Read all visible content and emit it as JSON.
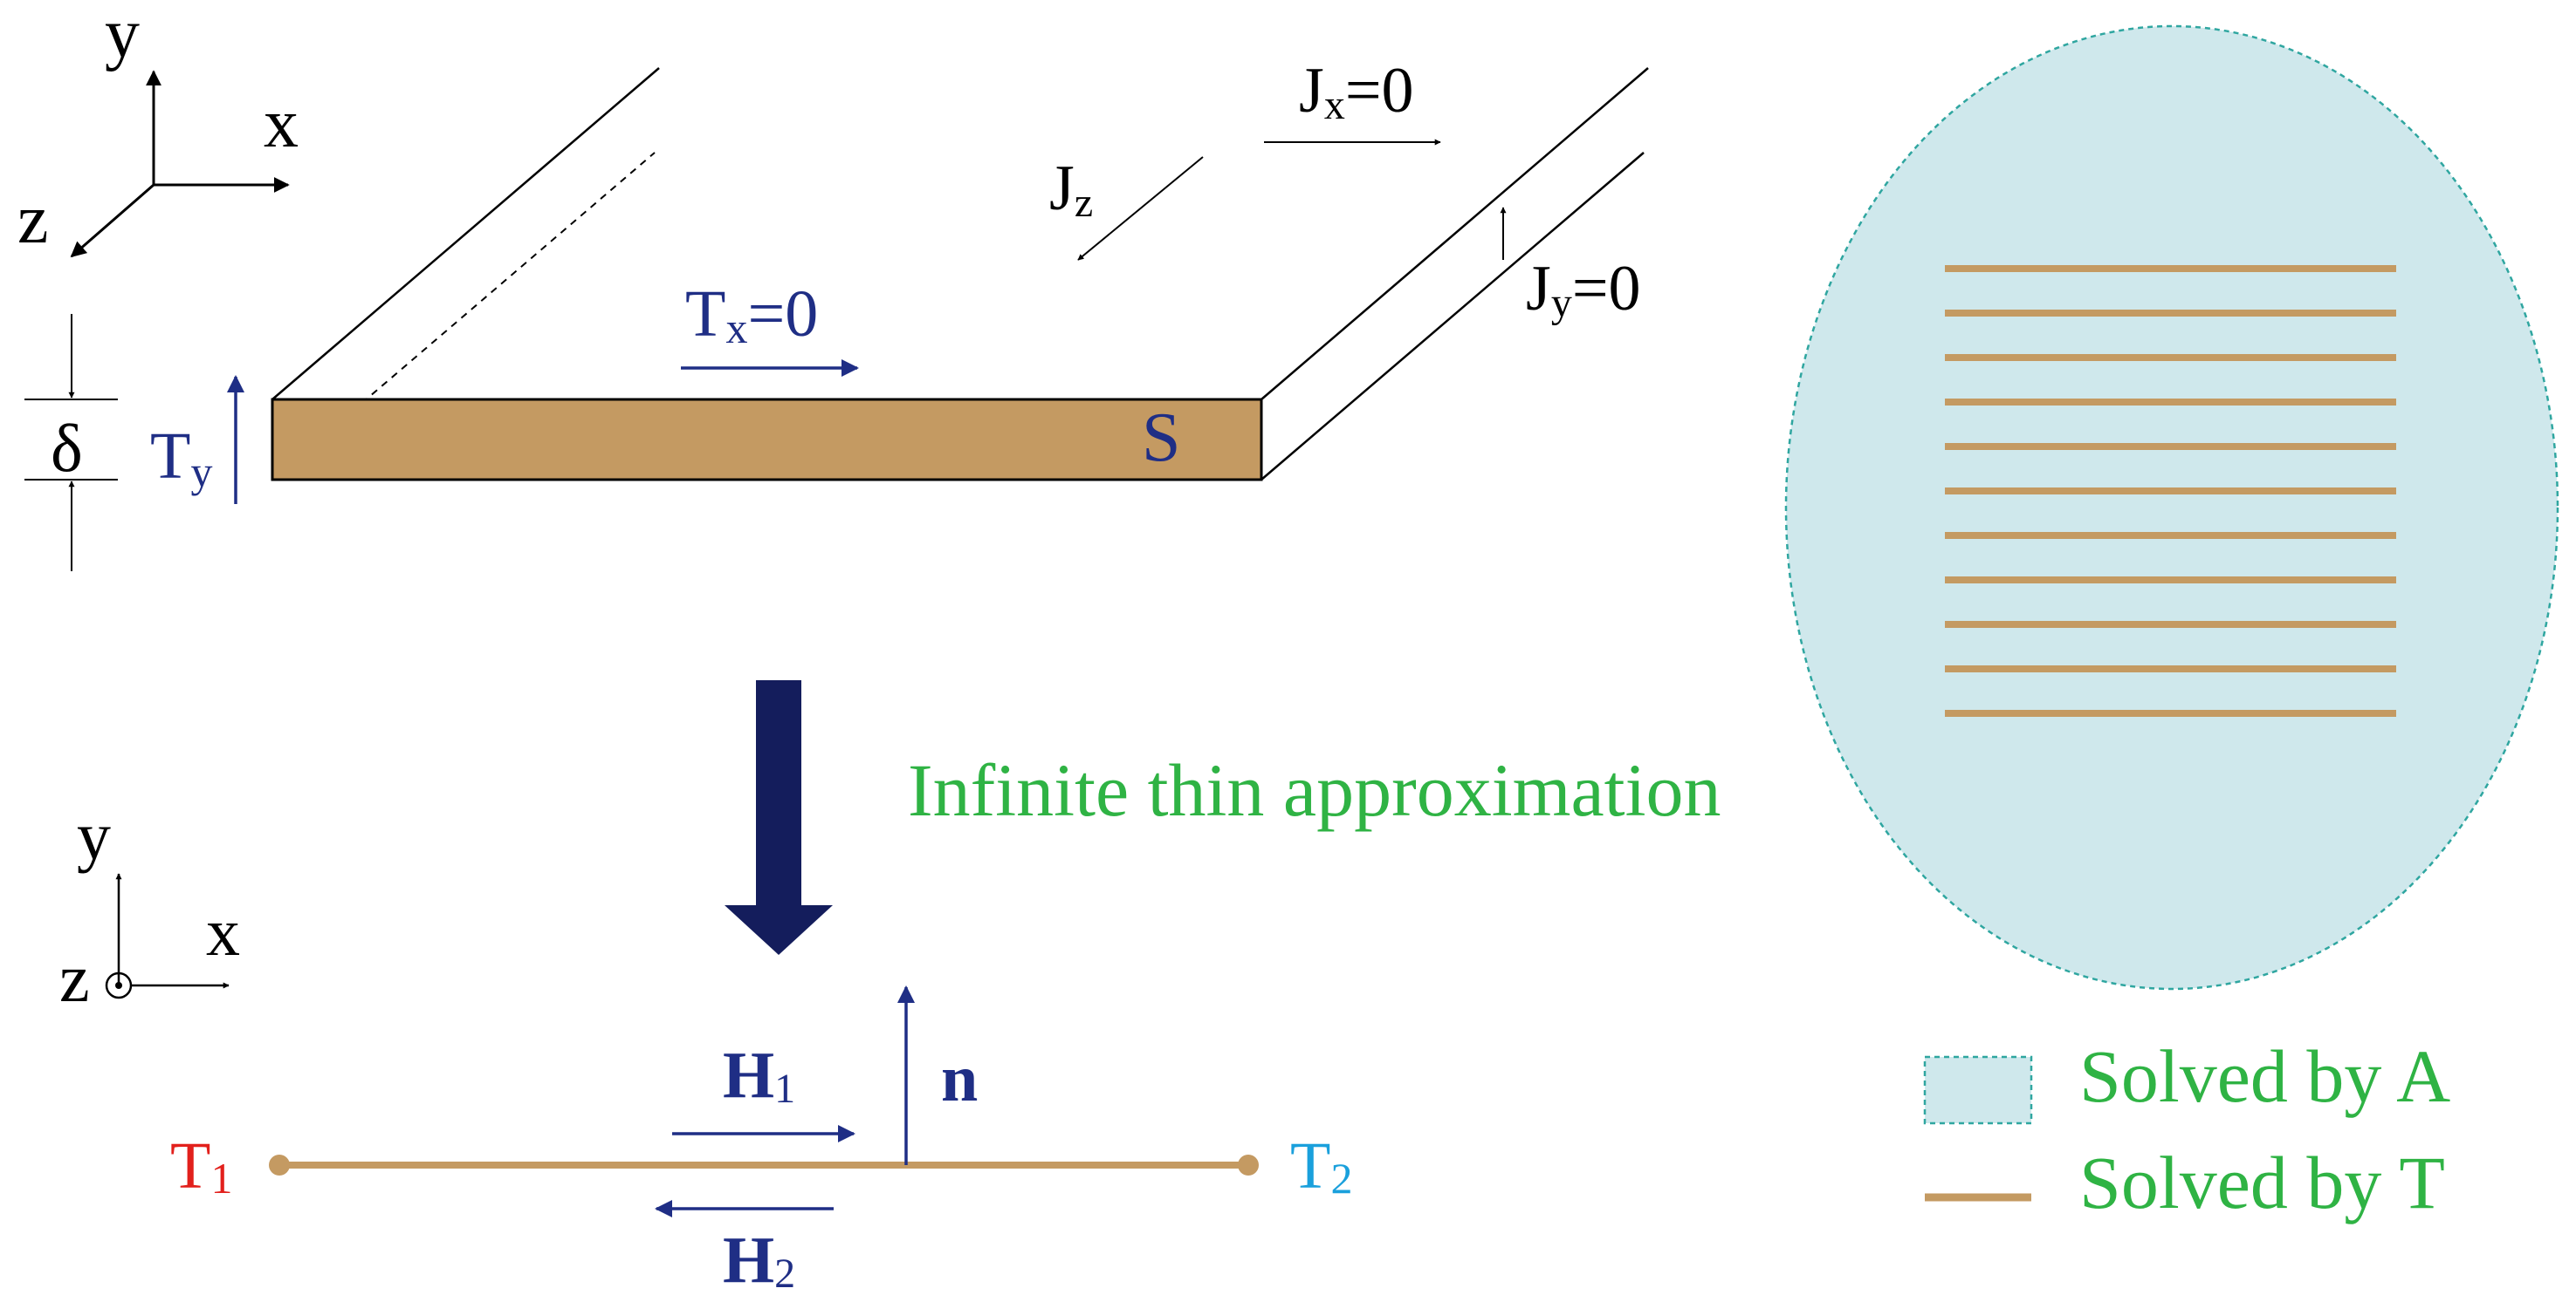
{
  "colors": {
    "ink": "#000000",
    "navy": "#1f2e85",
    "dark_navy": "#141d5c",
    "red": "#e2201c",
    "cyan": "#1aa0dc",
    "green": "#2fb344",
    "tape": "#c49a62",
    "region_fill": "#cfe8ec",
    "region_border": "#2fa6a0"
  },
  "axes_top": {
    "y": "y",
    "x": "x",
    "z": "z"
  },
  "axes_bottom": {
    "y": "y",
    "x": "x",
    "z": "z"
  },
  "slab": {
    "thickness_label": "δ",
    "ty_main": "T",
    "ty_sub": "y",
    "tx_main": "T",
    "tx_sub": "x",
    "tx_val": "=0",
    "surface_label": "S",
    "jz_main": "J",
    "jz_sub": "z",
    "jx_main": "J",
    "jx_sub": "x",
    "jx_val": "=0",
    "jy_main": "J",
    "jy_sub": "y",
    "jy_val": "=0"
  },
  "approximation": {
    "label": "Infinite thin approximation"
  },
  "thin": {
    "h1_main": "H",
    "h1_sub": "1",
    "h2_main": "H",
    "h2_sub": "2",
    "normal_label": "n",
    "t1_main": "T",
    "t1_sub": "1",
    "t2_main": "T",
    "t2_sub": "2"
  },
  "legend": {
    "region_label": "Solved by A",
    "line_label": "Solved by T"
  },
  "tape_count": 11
}
